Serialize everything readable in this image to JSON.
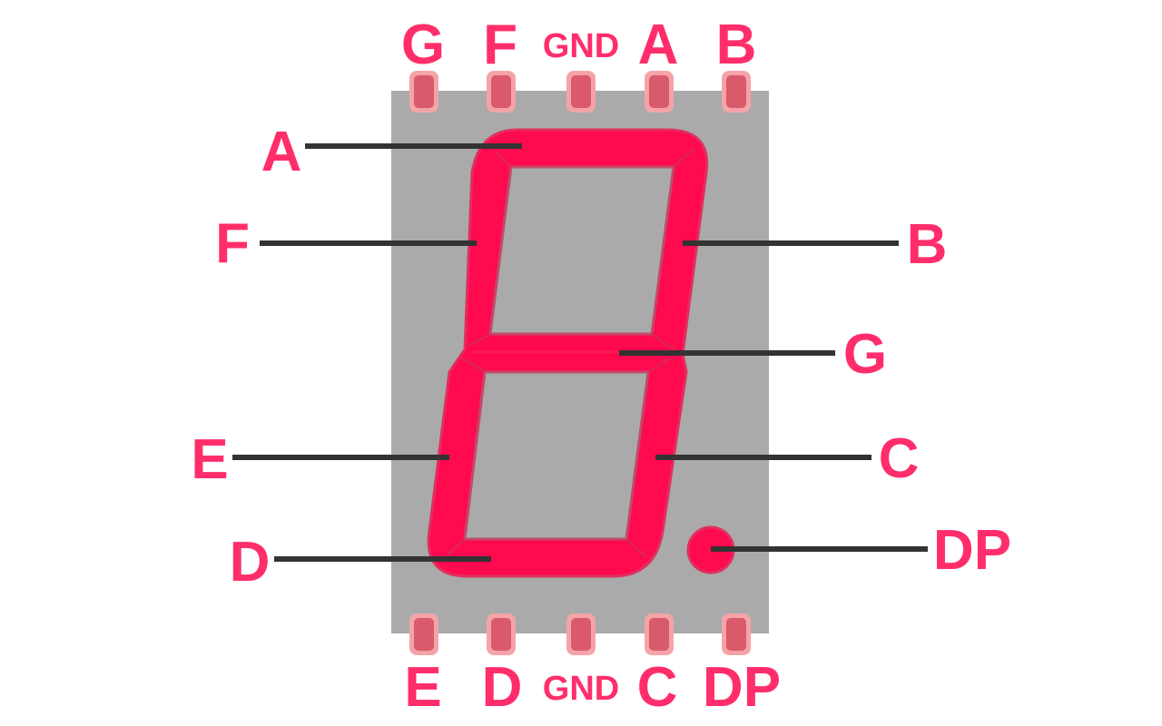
{
  "colors": {
    "segment": "#ff0a4e",
    "segment_edge": "#e03060",
    "label": "#ff2e6b",
    "body": "#aaaaaa",
    "pin": "#d95a6a",
    "pin_outline": "#f4a4a8",
    "leader_line": "#333333"
  },
  "top_pins": [
    "G",
    "F",
    "GND",
    "A",
    "B"
  ],
  "bottom_pins": [
    "E",
    "D",
    "GND",
    "C",
    "DP"
  ],
  "segment_labels": {
    "A": "A",
    "B": "B",
    "C": "C",
    "D": "D",
    "E": "E",
    "F": "F",
    "G": "G",
    "DP": "DP"
  }
}
